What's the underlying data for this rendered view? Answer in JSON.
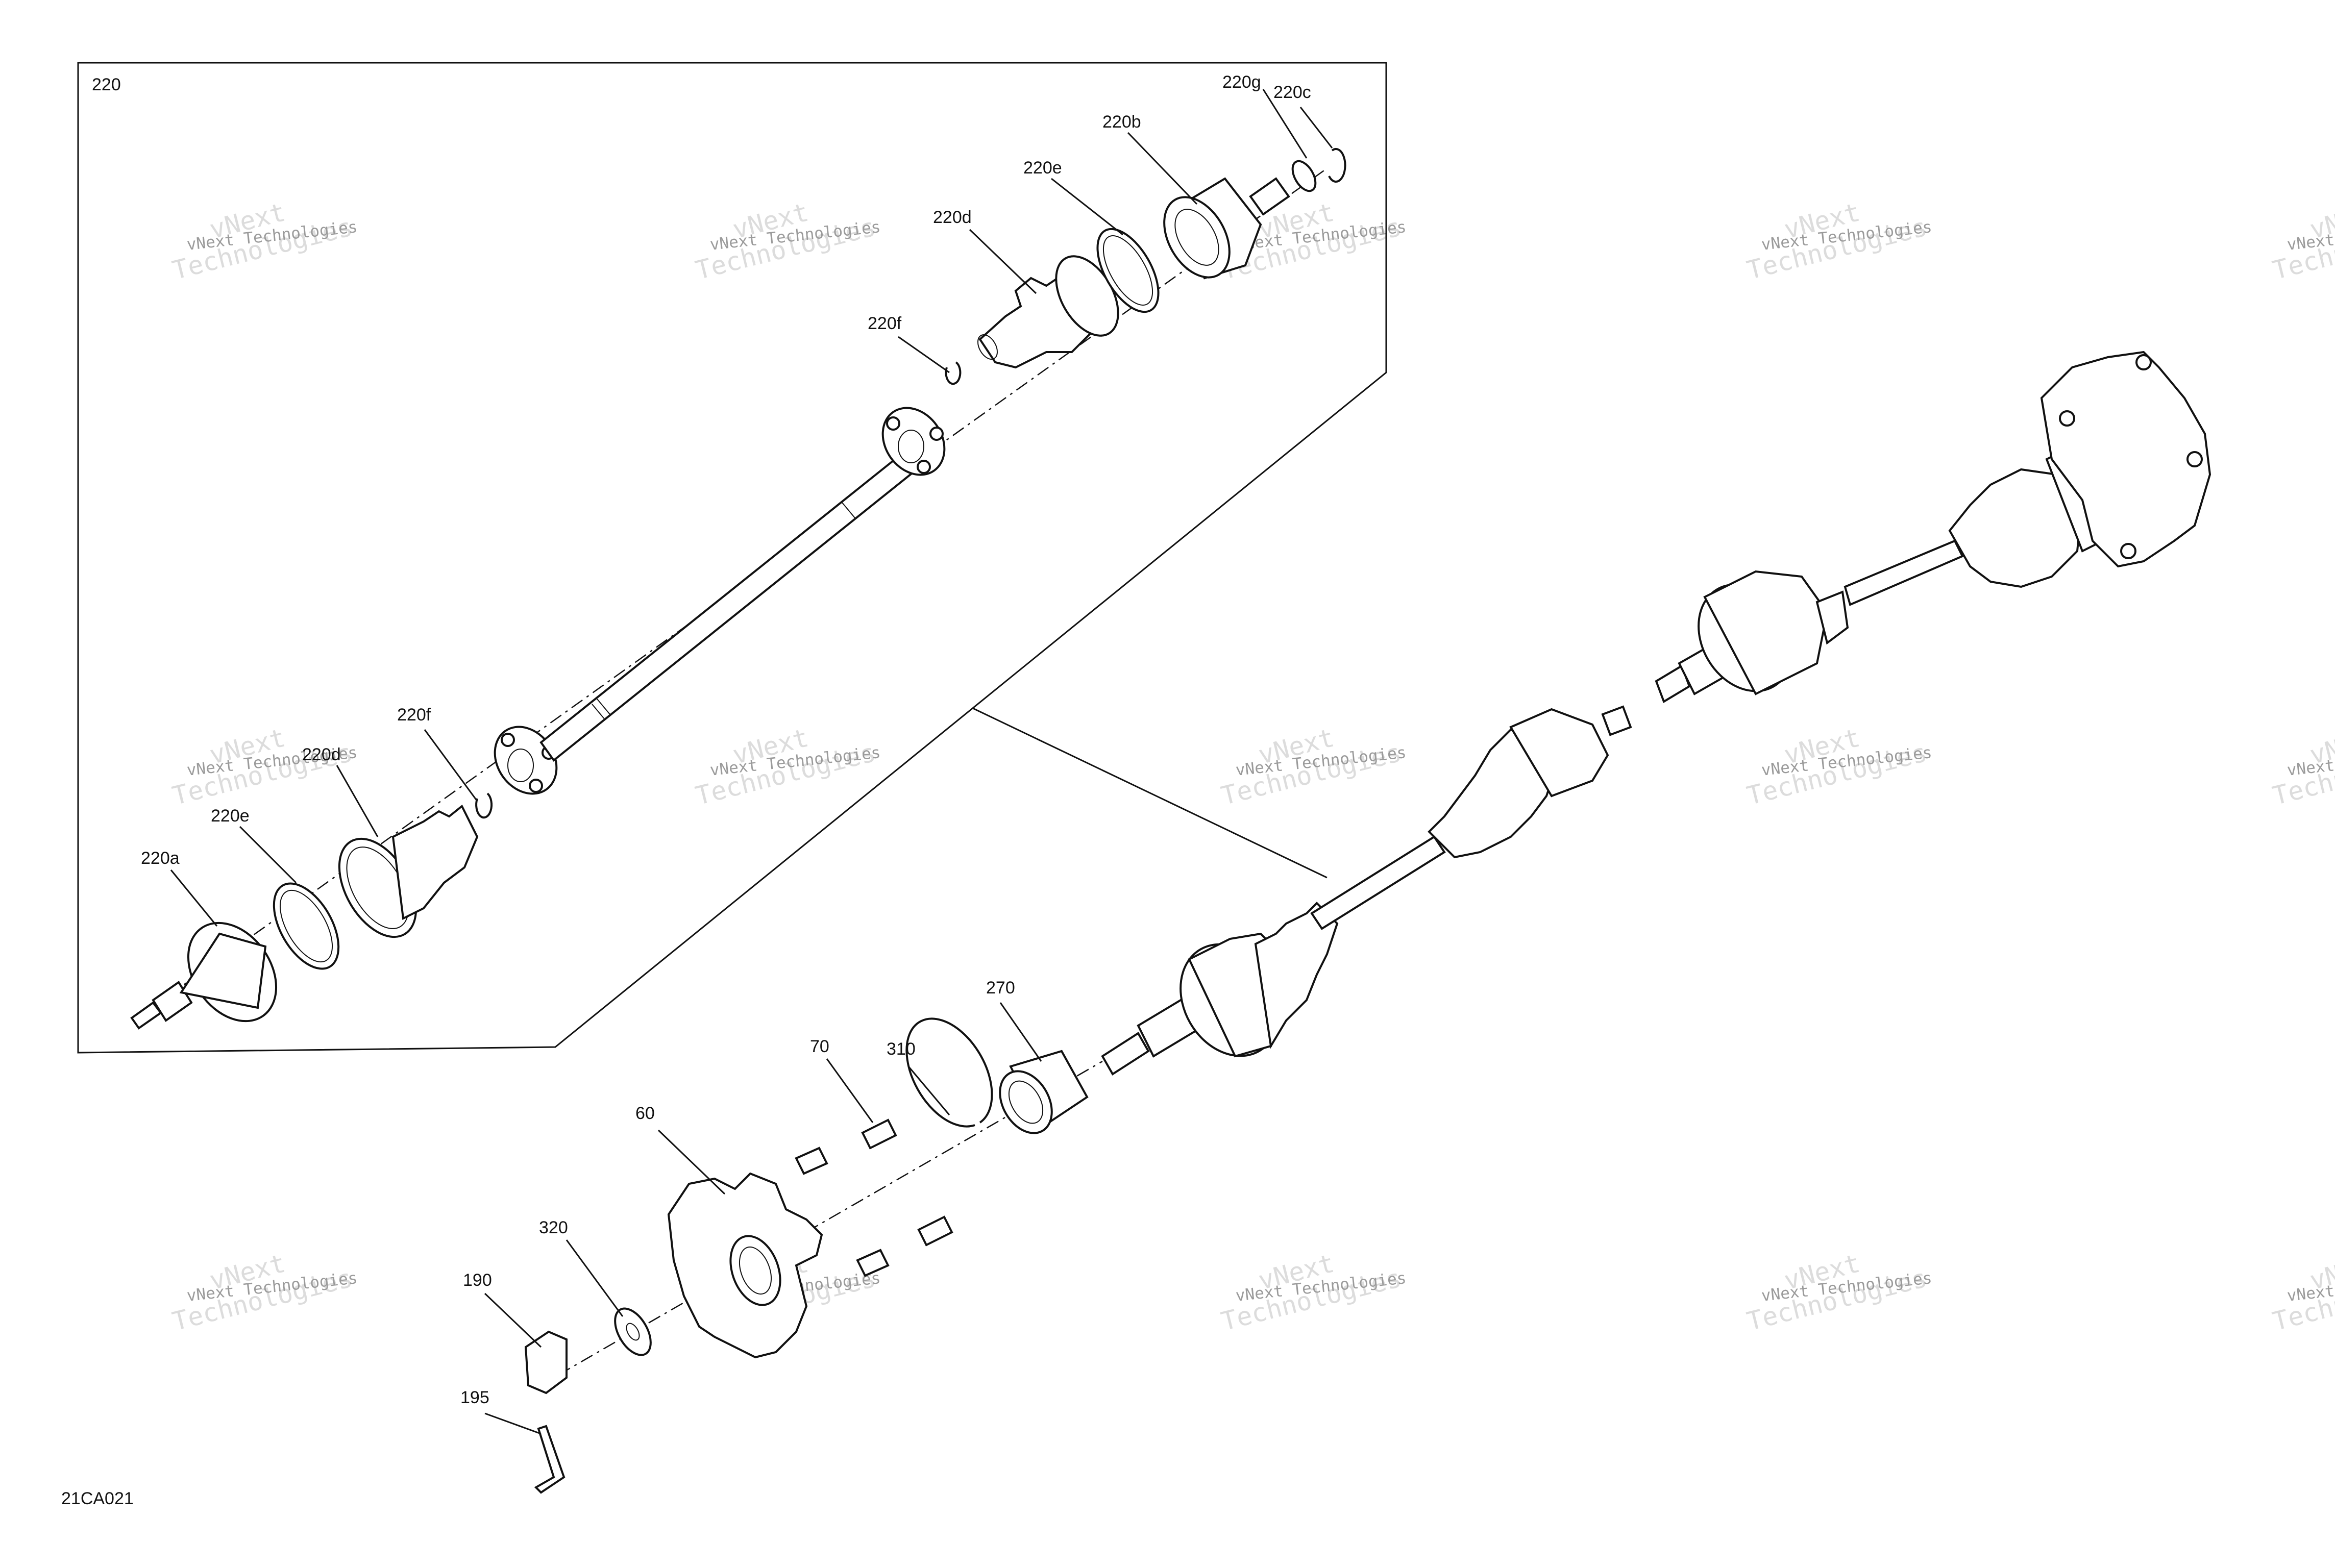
{
  "drawing_id": "21CA021",
  "exploded_group_label": "220",
  "watermark": {
    "line1": "vNext Technologies",
    "line2": "Technologies",
    "line3": "vNext"
  },
  "callouts": {
    "c220g": "220g",
    "c220c": "220c",
    "c220b": "220b",
    "c220e_top": "220e",
    "c220d_top": "220d",
    "c220f_top": "220f",
    "c220f_bot": "220f",
    "c220d_bot": "220d",
    "c220e_bot": "220e",
    "c220a": "220a",
    "c270": "270",
    "c70": "70",
    "c310": "310",
    "c60": "60",
    "c320": "320",
    "c190": "190",
    "c195": "195"
  }
}
